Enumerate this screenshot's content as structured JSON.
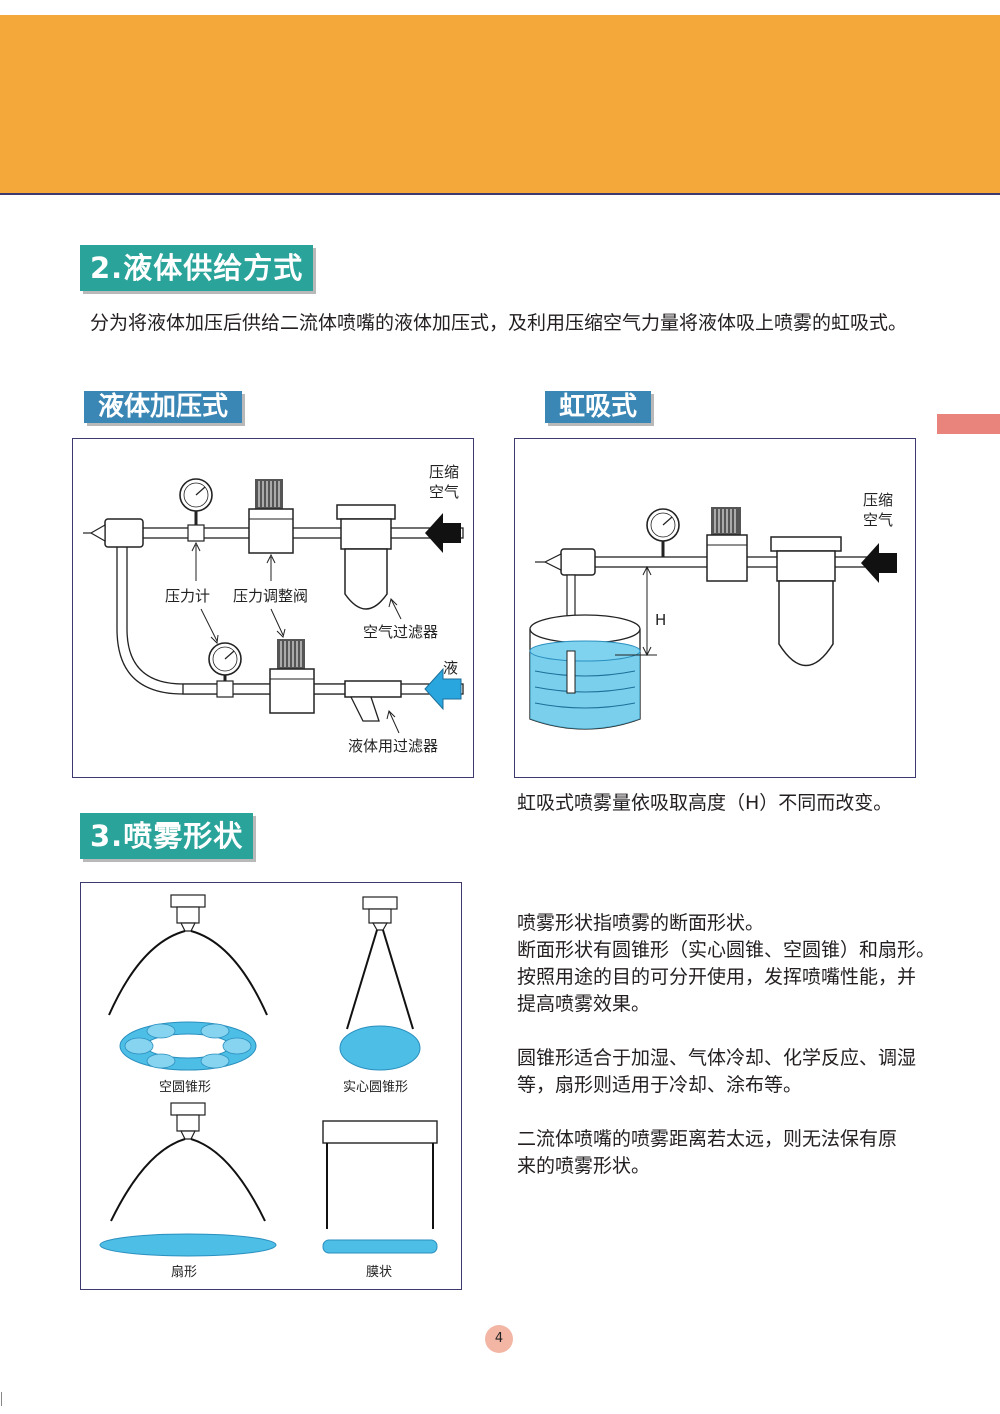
{
  "section2": {
    "title": "2.液体供给方式",
    "intro": "分为将液体加压后供给二流体喷嘴的液体加压式，及利用压缩空气力量将液体吸上喷雾的虹吸式。"
  },
  "pressure": {
    "title": "液体加压式",
    "labels": {
      "air_line1": "压缩",
      "air_line2": "空气",
      "gauge": "压力计",
      "regulator": "压力调整阀",
      "air_filter": "空气过滤器",
      "liquid": "液",
      "liquid_filter": "液体用过滤器"
    }
  },
  "siphon": {
    "title": "虹吸式",
    "labels": {
      "air_line1": "压缩",
      "air_line2": "空气",
      "height": "H"
    },
    "caption": "虹吸式喷雾量依吸取高度（H）不同而改变。"
  },
  "section3": {
    "title": "3.喷雾形状",
    "shapes": {
      "hollow_cone": "空圆锥形",
      "full_cone": "实心圆锥形",
      "flat": "扇形",
      "film": "膜状"
    },
    "paragraphs": [
      "喷雾形状指喷雾的断面形状。",
      "断面形状有圆锥形（实心圆锥、空圆锥）和扇形。",
      "按照用途的目的可分开使用，发挥喷嘴性能，并",
      "提高喷雾效果。",
      "圆锥形适合于加湿、气体冷却、化学反应、调湿",
      "等，扇形则适用于冷却、涂布等。",
      "二流体喷嘴的喷雾距离若太远，则无法保有原",
      "来的喷雾形状。"
    ]
  },
  "page_number": "4",
  "colors": {
    "banner": "#f5a83a",
    "section_title": "#2aa39a",
    "sub_title": "#3a86b4",
    "spray_fill": "#4dbfe6",
    "frame_border": "#3c3a6e",
    "side_tab": "#e8847c"
  }
}
